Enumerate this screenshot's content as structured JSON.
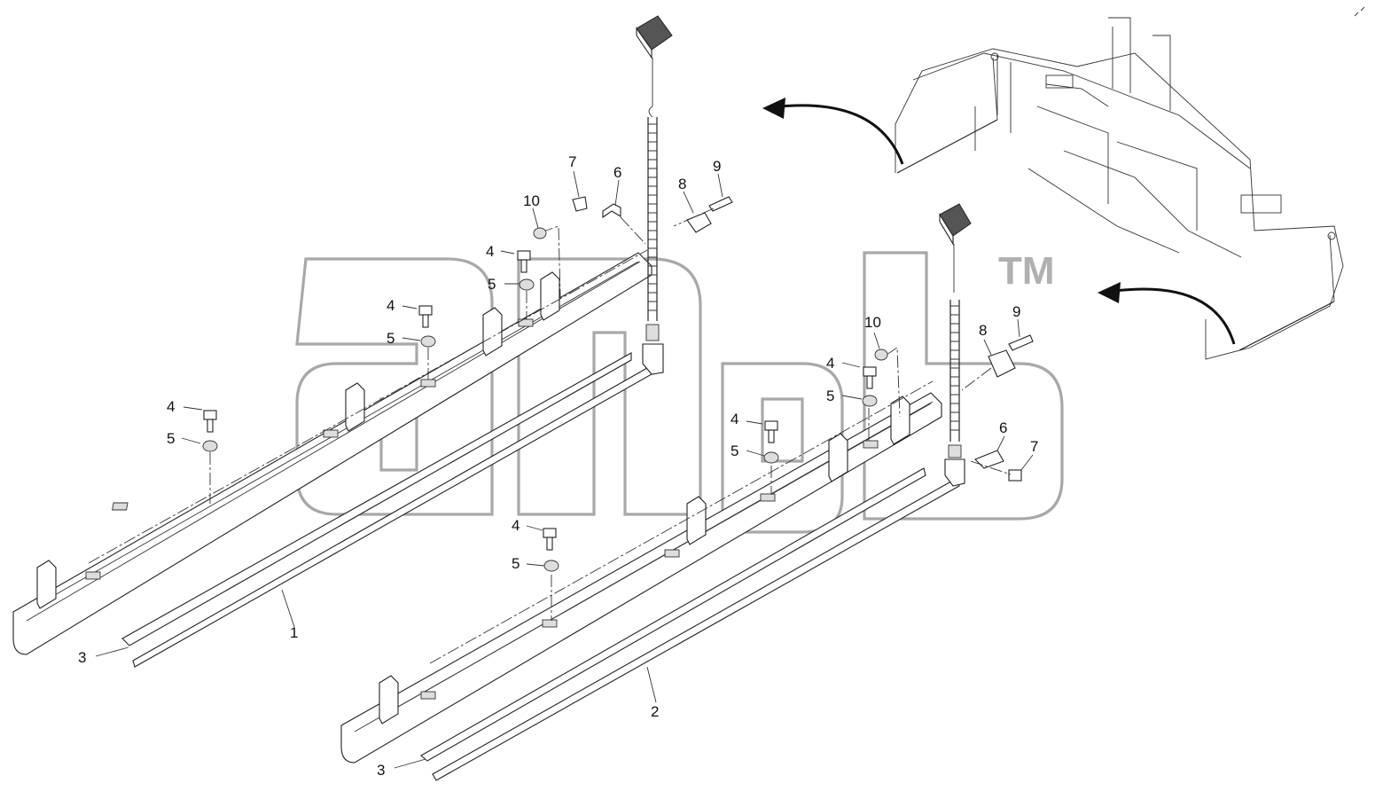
{
  "diagram": {
    "callouts": [
      {
        "id": "c3a",
        "text": "3"
      },
      {
        "id": "c1",
        "text": "1"
      },
      {
        "id": "c4a",
        "text": "4"
      },
      {
        "id": "c5a",
        "text": "5"
      },
      {
        "id": "c4b",
        "text": "4"
      },
      {
        "id": "c5b",
        "text": "5"
      },
      {
        "id": "c4c",
        "text": "4"
      },
      {
        "id": "c5c",
        "text": "5"
      },
      {
        "id": "c10a",
        "text": "10"
      },
      {
        "id": "c7a",
        "text": "7"
      },
      {
        "id": "c6a",
        "text": "6"
      },
      {
        "id": "c8a",
        "text": "8"
      },
      {
        "id": "c9a",
        "text": "9"
      },
      {
        "id": "c4d",
        "text": "4"
      },
      {
        "id": "c5d",
        "text": "5"
      },
      {
        "id": "c2",
        "text": "2"
      },
      {
        "id": "c3b",
        "text": "3"
      },
      {
        "id": "c4e",
        "text": "4"
      },
      {
        "id": "c5e",
        "text": "5"
      },
      {
        "id": "c4f",
        "text": "4"
      },
      {
        "id": "c5f",
        "text": "5"
      },
      {
        "id": "c10b",
        "text": "10"
      },
      {
        "id": "c8b",
        "text": "8"
      },
      {
        "id": "c9b",
        "text": "9"
      },
      {
        "id": "c6b",
        "text": "6"
      },
      {
        "id": "c7b",
        "text": "7"
      }
    ]
  },
  "watermark": {
    "text": "TM",
    "color": "#b0b0b0"
  },
  "icons": [
    "direction-arrow-icon",
    "machine-overview-icon",
    "sensor-icon",
    "bolt-icon",
    "nut-icon",
    "clamp-icon",
    "spring-icon"
  ]
}
